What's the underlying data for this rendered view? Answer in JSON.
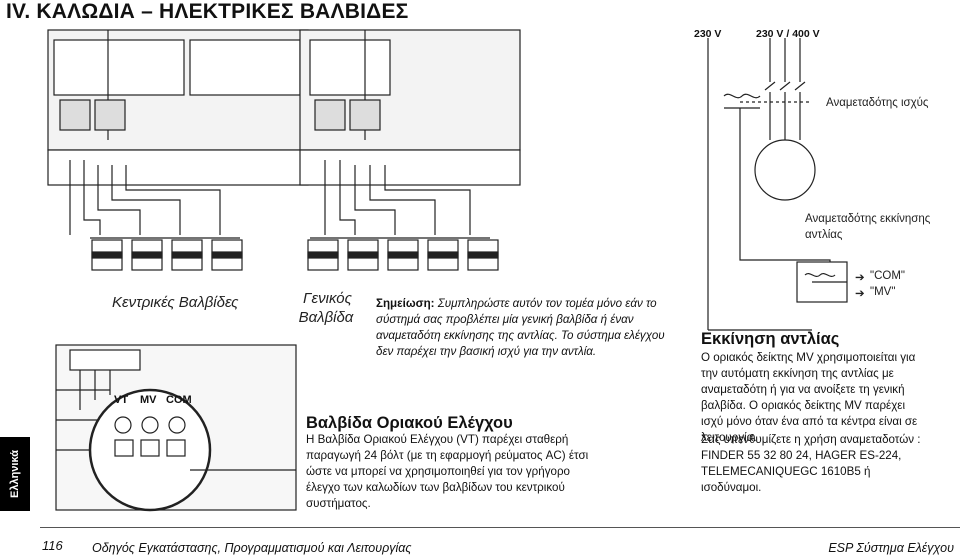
{
  "header": {
    "title": "IV. ΚΑΛΩΔΙΑ – ΗΛΕΚΤΡΙΚΕΣ ΒΑΛΒΙΔΕΣ"
  },
  "side_tab": "Ελληνικά",
  "labels": {
    "master_valves": "Κεντρικές Βαλβίδες",
    "general_valve_1": "Γενικός",
    "general_valve_2": "Βαλβίδα"
  },
  "terminal": {
    "vt": "VT",
    "mv": "MV",
    "com": "COM"
  },
  "note": {
    "label": "Σημείωση:",
    "text": " Συμπληρώστε αυτόν τον τομέα μόνο εάν το σύστημά σας προβλέπει μία γενική βαλβίδα ή έναν αναμεταδότη εκκίνησης της αντλίας. Το σύστημα ελέγχου δεν παρέχει την βασική ισχύ για την αντλία."
  },
  "test_valve": {
    "heading": "Βαλβίδα Οριακού Ελέγχου",
    "text": "Η Βαλβίδα Οριακού Ελέγχου (VT) παρέχει σταθερή παραγωγή 24 βόλτ (με τη εφαρμογή ρεύματος AC) έτσι ώστε να μπορεί να χρησιμοποιηθεί για τον γρήγορο έλεγχο των καλωδίων των βαλβίδων του κεντρικού συστήματος."
  },
  "pump": {
    "v230": "230 V",
    "v230_400": "230 V / 400 V",
    "power_relay": "Αναμεταδότης ισχύς",
    "start_relay_1": "Αναμεταδότης εκκίνησης",
    "start_relay_2": "αντλίας",
    "com_label": "\"COM\"",
    "mv_label": "\"MV\"",
    "heading": "Εκκίνηση αντλίας",
    "text": "Ο οριακός δείκτης MV χρησιμοποιείται για την αυτόματη εκκίνηση της αντλίας με αναμεταδότη ή για να ανοίξετε τη γενική βαλβίδα. Ο οριακός δείκτης MV παρέχει ισχύ μόνο όταν ένα από τα κέντρα είναι σε λειτουργία.",
    "text2": "Σας υπενθυμίζετε η χρήση αναμεταδοτών : FINDER 55 32 80 24, HAGER ES-224, TELEMECANIQUEGC 1610B5 ή ισοδύναμοι."
  },
  "footer": {
    "page": "116",
    "left": "Οδηγός Εγκατάστασης, Προγραμματισμού και Λειτουργίας",
    "right": "ESP Σύστημα Ελέγχου"
  }
}
